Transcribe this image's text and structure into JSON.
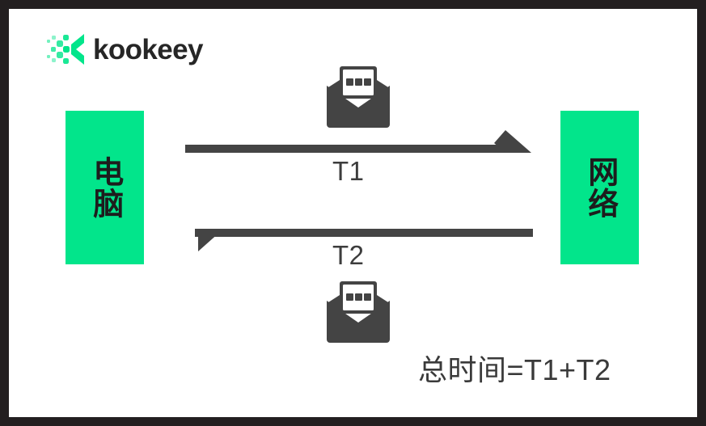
{
  "frame": {
    "border_color": "#231f20",
    "canvas_color": "#ffffff"
  },
  "brand": {
    "name": "kookeey",
    "mark_icon": "kookeey-pixel-k-icon",
    "mark_color": "#02e58b",
    "text_color": "#262626"
  },
  "diagram": {
    "accent_color": "#02e58b",
    "stroke_color": "#444444",
    "nodes": [
      {
        "id": "computer",
        "label": "电脑",
        "side": "left"
      },
      {
        "id": "network",
        "label": "网络",
        "side": "right"
      }
    ],
    "arrows": [
      {
        "id": "t1",
        "label": "T1",
        "direction": "left-to-right",
        "icon": "envelope-message-icon"
      },
      {
        "id": "t2",
        "label": "T2",
        "direction": "right-to-left",
        "icon": "envelope-message-icon"
      }
    ],
    "formula": "总时间=T1+T2"
  }
}
